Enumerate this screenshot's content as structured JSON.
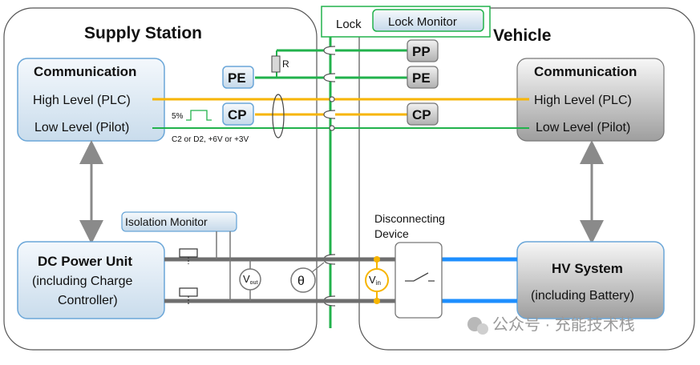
{
  "supply_station": {
    "title": "Supply Station",
    "communication": {
      "title": "Communication",
      "high_level": "High Level (PLC)",
      "low_level": "Low Level (Pilot)"
    },
    "dc_power_unit": {
      "line1": "DC Power Unit",
      "line2": "(including Charge",
      "line3": "Controller)"
    },
    "isolation_monitor": "Isolation Monitor"
  },
  "vehicle": {
    "title": "Vehicle",
    "communication": {
      "title": "Communication",
      "high_level": "High Level (PLC)",
      "low_level": "Low Level (Pilot)"
    },
    "hv_system": {
      "line1": "HV System",
      "line2": "(including Battery)"
    },
    "disconnecting_device": {
      "line1": "Disconnecting",
      "line2": "Device"
    }
  },
  "pins": {
    "supply_pe": "PE",
    "supply_cp": "CP",
    "vehicle_pp": "PP",
    "vehicle_pe": "PE",
    "vehicle_cp": "CP"
  },
  "lock": {
    "label": "Lock",
    "monitor": "Lock Monitor"
  },
  "annotations": {
    "resistor": "R",
    "pwm_duty": "5%",
    "cp_state": "C2 or D2, +6V or +3V",
    "vout": "V",
    "vout_sub": "out",
    "theta": "θ",
    "vin": "V",
    "vin_sub": "in"
  },
  "watermark": "公众号 · 充能技术栈",
  "colors": {
    "pe_line": "#22b24c",
    "plc_line": "#f7b500",
    "hv_line": "#1e8fff",
    "dc_line": "#6e6e6e",
    "box_light": "#e6f0f8",
    "box_border": "#6aa6d8",
    "vehicle_comm": "#d9d9d9"
  }
}
